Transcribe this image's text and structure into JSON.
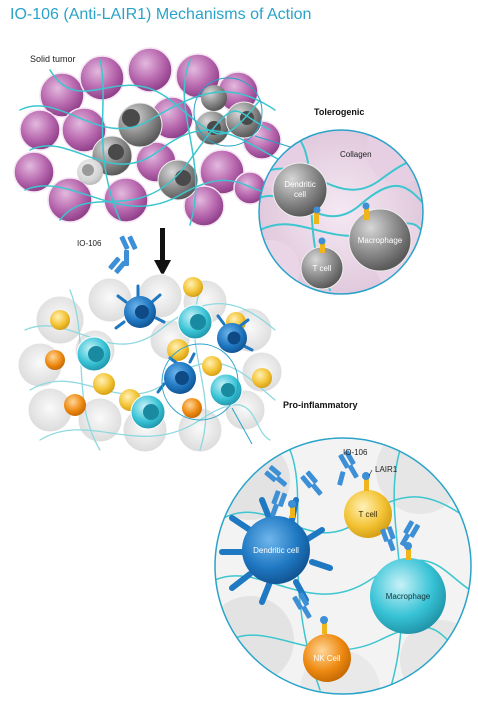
{
  "title": "IO-106 (Anti-LAIR1) Mechanisms of Action",
  "labels": {
    "solid_tumor": "Solid tumor",
    "io106_top": "IO-106",
    "tolerogenic": "Tolerogenic",
    "collagen": "Collagen",
    "dendritic_cell_top": [
      "Dendritic",
      "cell"
    ],
    "t_cell_top": "T cell",
    "macrophage_top": "Macrophage",
    "pro_inflammatory": "Pro-inflammatory",
    "io106_bottom": "IO-106",
    "lair1": "LAIR1",
    "t_cell_bottom": "T cell",
    "dendritic_cell_bottom": "Dendritic cell",
    "macrophage_bottom": "Macrophage",
    "nk_cell": "NK Cell"
  },
  "colors": {
    "title": "#29a3c9",
    "tumor_purple": "#b05aa8",
    "collagen": "#3cc6cf",
    "antibody": "#3d8fd6",
    "receptor": "#f1b51c",
    "dendritic": "#1f78c2",
    "macrophage_light": "#38c3d6",
    "t_cell_yellow": "#f3c334",
    "nk_orange": "#ee8a12",
    "gray_cell": "#8a8a8a"
  }
}
